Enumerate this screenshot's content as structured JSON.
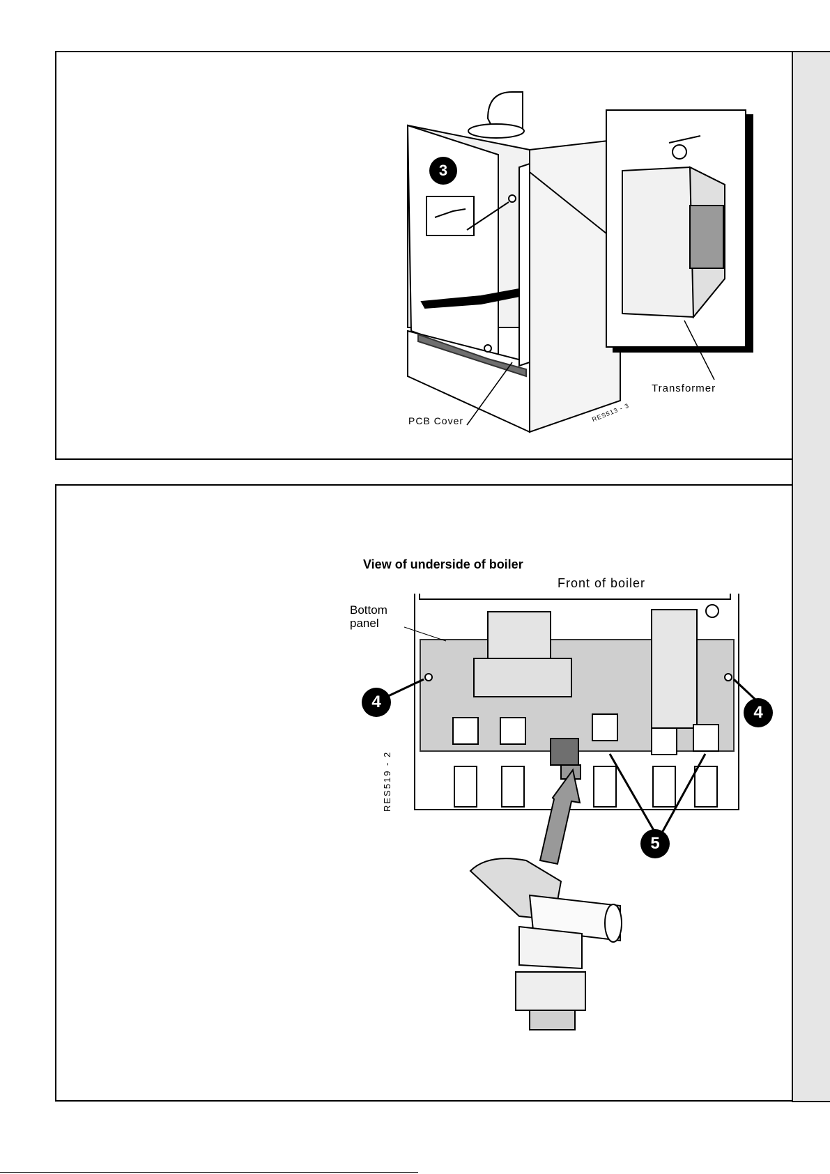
{
  "figure_top": {
    "callout_number": "3",
    "transformer_label": "Transformer",
    "pcb_cover_label": "PCB Cover",
    "drawing_code": "RES513 - 3"
  },
  "figure_bottom": {
    "heading": "View of underside of boiler",
    "front_label": "Front of boiler",
    "bottom_panel_label": "Bottom panel",
    "callout_left": "4",
    "callout_right": "4",
    "callout_valves": "5",
    "drawing_code": "RES519 - 2"
  },
  "colors": {
    "sidebar": "#e6e6e6",
    "panel_shade": "#cfcfcf",
    "dark_shade": "#6f6f6f"
  }
}
